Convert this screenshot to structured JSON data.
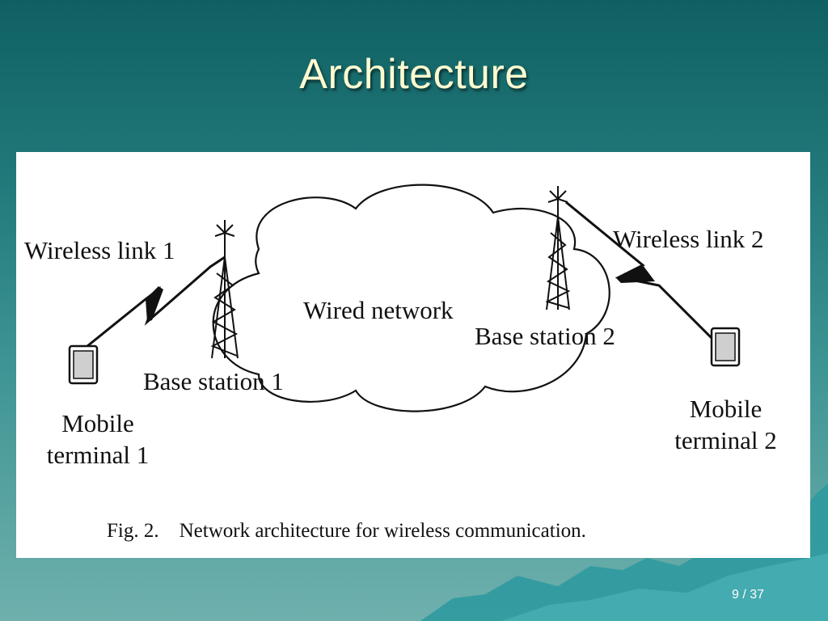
{
  "slide": {
    "title": "Architecture",
    "page_number": "9 / 37"
  },
  "diagram": {
    "labels": {
      "wireless_link_1": "Wireless link 1",
      "wireless_link_2": "Wireless link 2",
      "wired_network": "Wired network",
      "base_station_1": "Base station 1",
      "base_station_2": "Base station 2",
      "mobile_terminal_1_line1": "Mobile",
      "mobile_terminal_1_line2": "terminal 1",
      "mobile_terminal_2_line1": "Mobile",
      "mobile_terminal_2_line2": "terminal 2"
    },
    "caption": "Fig. 2.    Network architecture for wireless communication."
  },
  "colors": {
    "title_text": "#fffbd0",
    "background_top": "#0f6062",
    "background_bottom": "#6fb0ad",
    "figure_background": "#ffffff",
    "mountain": "#2f9aa0"
  },
  "icons": [
    "cloud-shape",
    "antenna-tower-icon",
    "mobile-terminal-icon",
    "lightning-link-icon"
  ]
}
